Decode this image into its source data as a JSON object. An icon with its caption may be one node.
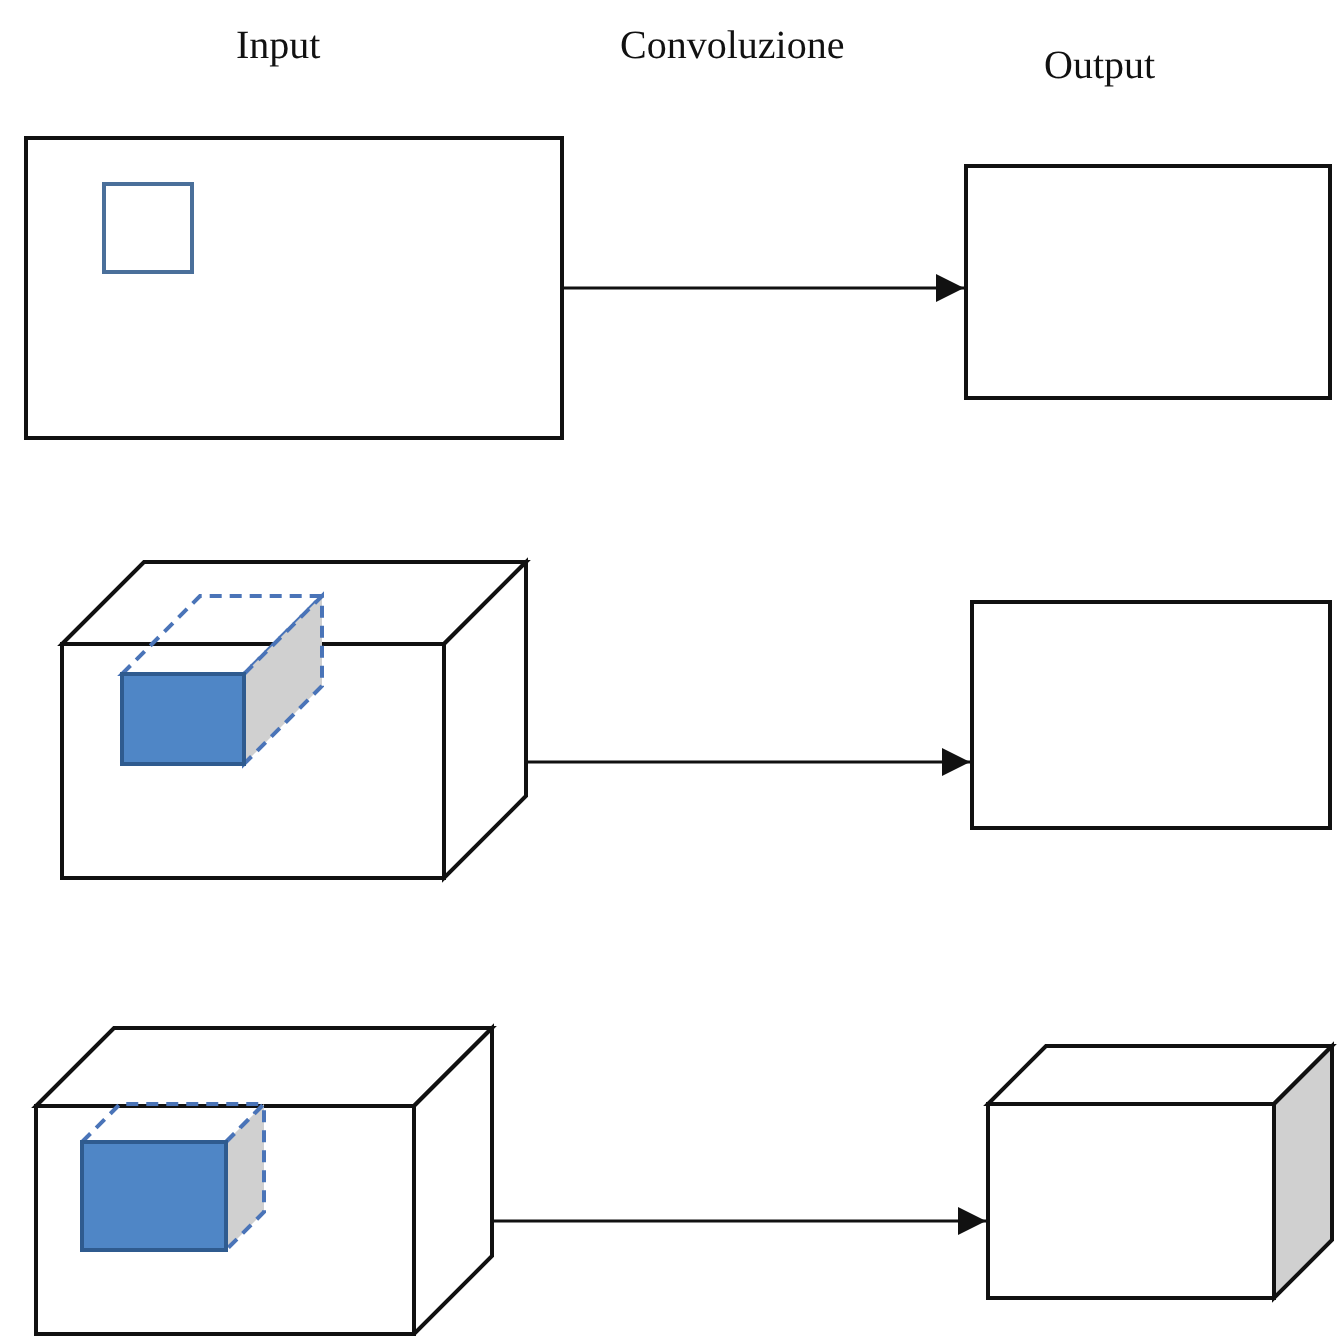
{
  "diagram": {
    "nodes": [
      {
        "text": [],
        "shape": "box"
      },
      {
        "text": [],
        "shape": "box",
        "in": 0
      },
      {
        "text": [],
        "shape": "box"
      },
      {
        "text": [],
        "shape": "cuboid"
      },
      {
        "text": [],
        "shape": "cuboid"
      },
      {
        "text": [],
        "shape": "box"
      },
      {
        "text": [],
        "shape": "cuboid"
      },
      {
        "text": [],
        "shape": "cuboid",
        "in": 6
      },
      {
        "text": [],
        "shape": "cuboid"
      }
    ],
    "edges": [
      {
        "from": 0,
        "to": 2,
        "arrow": "to"
      },
      {
        "from": 3,
        "to": 5,
        "arrow": "to"
      },
      {
        "from": 6,
        "to": 8,
        "arrow": "to"
      }
    ],
    "labels": [
      "Input",
      "Convoluzione",
      "Output"
    ]
  }
}
